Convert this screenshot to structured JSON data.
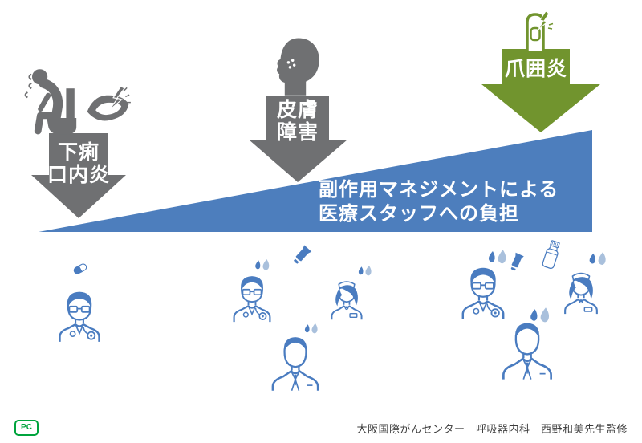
{
  "colors": {
    "arrow_gray": "#6F7072",
    "arrow_green": "#71942E",
    "wedge_blue": "#4D7EBD",
    "staff_blue": "#4A7CC0",
    "sweat_drop_light": "#A9C0DC",
    "credit_text": "#3C3C3C",
    "pc_logo_green": "#00A43D"
  },
  "arrows": {
    "diarrhea": {
      "line1": "下痢",
      "line2": "口内炎"
    },
    "skin": {
      "line1": "皮膚",
      "line2": "障害"
    },
    "paronychia": {
      "line1": "爪囲炎"
    }
  },
  "wedge": {
    "line1": "副作用マネジメントによる",
    "line2": "医療スタッフへの負担"
  },
  "icons": {
    "side_effects": [
      "toilet-person-icon",
      "mouth-lightning-icon",
      "head-profile-dots-icon",
      "finger-nail-lightning-icon"
    ],
    "staff_group_1": [
      "capsule-icon",
      "doctor-icon"
    ],
    "staff_group_2": [
      "doctor-icon",
      "ointment-tube-icon",
      "nurse-icon",
      "pharmacist-icon",
      "sweat-drops-icon"
    ],
    "staff_group_3": [
      "doctor-icon",
      "ointment-tube-icon",
      "medicine-bottle-icon",
      "nurse-icon",
      "pharmacist-icon",
      "sweat-drops-icon"
    ]
  },
  "footer": {
    "logo": "PC",
    "credit": "大阪国際がんセンター　呼吸器内科　西野和美先生監修"
  }
}
